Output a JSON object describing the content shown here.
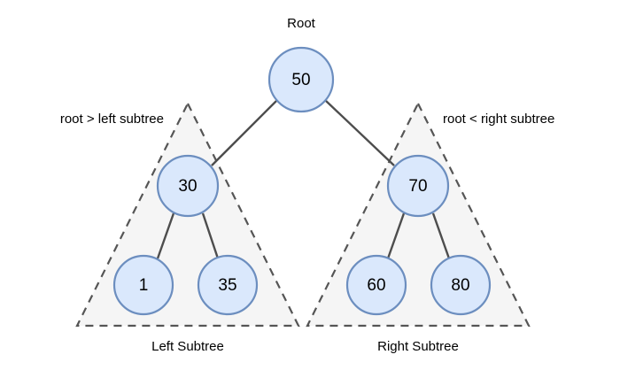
{
  "diagram": {
    "title_label": "Root",
    "background_color": "#ffffff",
    "node_fill_color": "#dae8fc",
    "node_stroke_color": "#6c8ebf",
    "region_fill_color": "#f5f5f5",
    "region_stroke_color": "#555555",
    "edge_color": "#4d4d4d",
    "text_color": "#000000"
  },
  "nodes": {
    "root": "50",
    "left_child": "30",
    "right_child": "70",
    "left_leaf_a": "1",
    "left_leaf_b": "35",
    "right_leaf_a": "60",
    "right_leaf_b": "80"
  },
  "annotations": {
    "left_rule": "root > left subtree",
    "right_rule": "root < right subtree"
  },
  "captions": {
    "left_subtree": "Left Subtree",
    "right_subtree": "Right Subtree"
  }
}
